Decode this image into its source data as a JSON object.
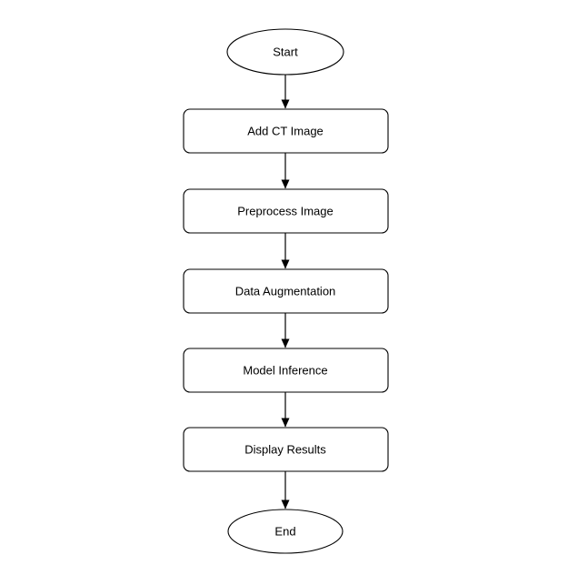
{
  "diagram": {
    "type": "flowchart",
    "orientation": "vertical",
    "colors": {
      "background": "#ffffff",
      "node_fill": "#ffffff",
      "node_stroke": "#000000",
      "text": "#000000",
      "arrow": "#000000"
    },
    "nodes": [
      {
        "id": "start",
        "shape": "ellipse",
        "label": "Start"
      },
      {
        "id": "add-ct-image",
        "shape": "rounded-rectangle",
        "label": "Add CT Image"
      },
      {
        "id": "preprocess-image",
        "shape": "rounded-rectangle",
        "label": "Preprocess Image"
      },
      {
        "id": "data-augmentation",
        "shape": "rounded-rectangle",
        "label": "Data Augmentation"
      },
      {
        "id": "model-inference",
        "shape": "rounded-rectangle",
        "label": "Model Inference"
      },
      {
        "id": "display-results",
        "shape": "rounded-rectangle",
        "label": "Display Results"
      },
      {
        "id": "end",
        "shape": "ellipse",
        "label": "End"
      }
    ],
    "edges": [
      {
        "from": "start",
        "to": "add-ct-image",
        "style": "solid-arrow-down"
      },
      {
        "from": "add-ct-image",
        "to": "preprocess-image",
        "style": "solid-arrow-down"
      },
      {
        "from": "preprocess-image",
        "to": "data-augmentation",
        "style": "solid-arrow-down"
      },
      {
        "from": "data-augmentation",
        "to": "model-inference",
        "style": "solid-arrow-down"
      },
      {
        "from": "model-inference",
        "to": "display-results",
        "style": "solid-arrow-down"
      },
      {
        "from": "display-results",
        "to": "end",
        "style": "solid-arrow-down"
      }
    ]
  }
}
